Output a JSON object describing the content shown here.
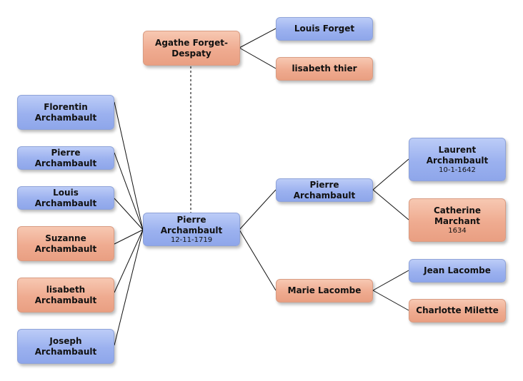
{
  "people": {
    "florentin": {
      "name": "Florentin\nArchambault",
      "date": "",
      "sex": "male"
    },
    "pierre_left": {
      "name": "Pierre Archambault",
      "date": "",
      "sex": "male"
    },
    "louis_arch": {
      "name": "Louis Archambault",
      "date": "",
      "sex": "male"
    },
    "suzanne": {
      "name": "Suzanne\nArchambault",
      "date": "",
      "sex": "female"
    },
    "lisabeth_arch": {
      "name": "lisabeth\nArchambault",
      "date": "",
      "sex": "female"
    },
    "joseph": {
      "name": "Joseph\nArchambault",
      "date": "",
      "sex": "male"
    },
    "agathe": {
      "name": "Agathe Forget-\nDespaty",
      "date": "",
      "sex": "female"
    },
    "louis_forget": {
      "name": "Louis Forget",
      "date": "",
      "sex": "male"
    },
    "lisabeth_thier": {
      "name": "lisabeth thier",
      "date": "",
      "sex": "female"
    },
    "pierre_main": {
      "name": "Pierre Archambault",
      "date": "12-11-1719",
      "sex": "male"
    },
    "pierre_father": {
      "name": "Pierre Archambault",
      "date": "",
      "sex": "male"
    },
    "marie": {
      "name": "Marie Lacombe",
      "date": "",
      "sex": "female"
    },
    "laurent": {
      "name": "Laurent\nArchambault",
      "date": "10-1-1642",
      "sex": "male"
    },
    "catherine": {
      "name": "Catherine\nMarchant",
      "date": "1634",
      "sex": "female"
    },
    "jean": {
      "name": "Jean Lacombe",
      "date": "",
      "sex": "male"
    },
    "charlotte": {
      "name": "Charlotte Milette",
      "date": "",
      "sex": "female"
    }
  },
  "colors": {
    "male": "#9bb1ef",
    "female": "#efab90",
    "line": "#111111"
  }
}
